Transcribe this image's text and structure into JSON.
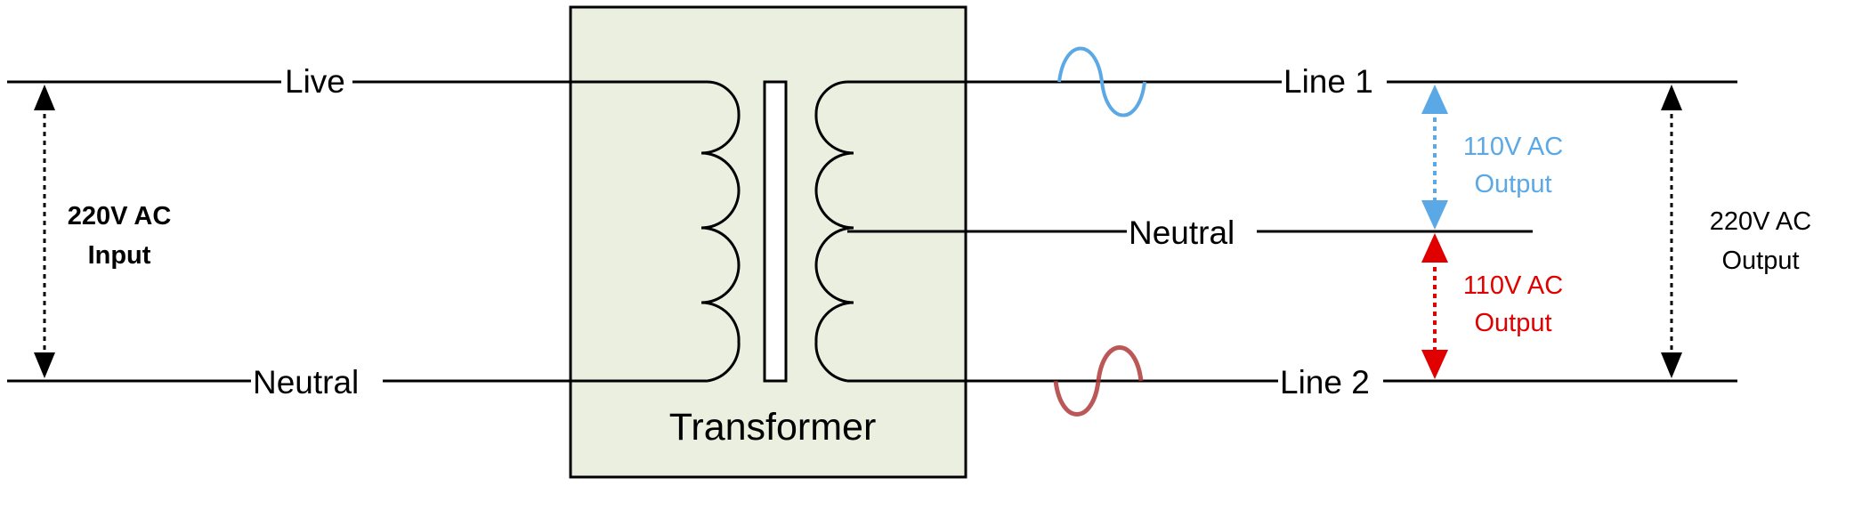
{
  "input": {
    "live": "Live",
    "neutral": "Neutral",
    "voltage_line1": "220V AC",
    "voltage_line2": "Input"
  },
  "transformer": {
    "label": "Transformer",
    "fill": "#ebefdf"
  },
  "output": {
    "line1": "Line 1",
    "neutral": "Neutral",
    "line2": "Line 2",
    "upper": {
      "line1": "110V AC",
      "line2": "Output",
      "color": "#5aa9e6"
    },
    "lower": {
      "line1": "110V AC",
      "line2": "Output",
      "color": "#e00000"
    },
    "total": {
      "line1": "220V AC",
      "line2": "Output"
    }
  },
  "waves": {
    "line1_color": "#5aa9e6",
    "line2_color": "#b03a3a"
  }
}
